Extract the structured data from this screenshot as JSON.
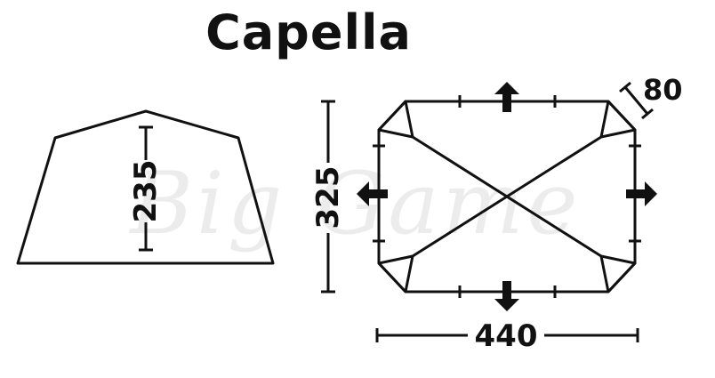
{
  "title": "Capella",
  "watermark": "Big Game",
  "dimensions": {
    "side_height": "235",
    "floor_depth": "325",
    "floor_width": "440",
    "corner_size": "80"
  },
  "colors": {
    "line": "#111111",
    "background": "#ffffff",
    "watermark": "#ececec"
  }
}
